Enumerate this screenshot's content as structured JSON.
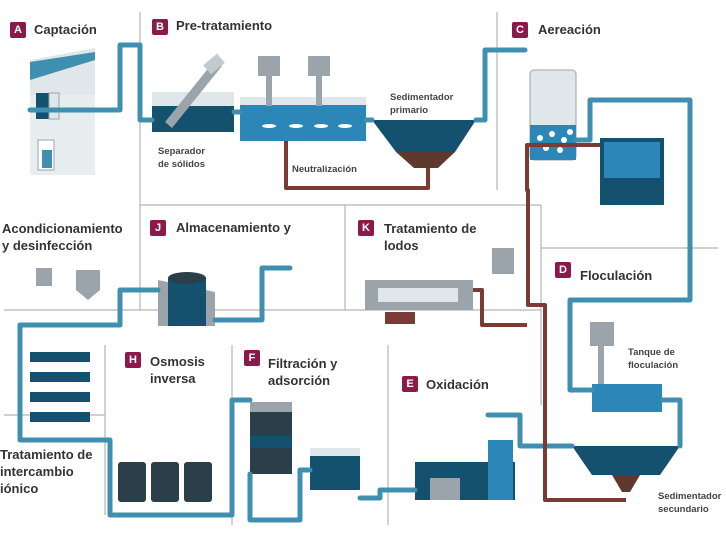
{
  "colors": {
    "water_pipe": "#3f8fb0",
    "sludge_pipe": "#7a3b34",
    "tank_dark": "#14516f",
    "tank_blue": "#2d86b8",
    "grey_metal": "#9aa4aa",
    "divider": "#b5b5b5",
    "badge": "#8b1a4a",
    "text": "#333333"
  },
  "sections": [
    {
      "id": "A",
      "title": "Captación"
    },
    {
      "id": "B",
      "title": "Pre-tratamiento"
    },
    {
      "id": "C",
      "title": "Aereación"
    },
    {
      "id": "D",
      "title": "Floculación"
    },
    {
      "id": "E",
      "title": "Oxidación"
    },
    {
      "id": "F",
      "title": "Filtración y adsorción"
    },
    {
      "id": "H",
      "title": "Osmosis inversa"
    },
    {
      "id": "I",
      "title": "Tratamiento de intercambio iónico"
    },
    {
      "id": "J",
      "title": "Almacenamiento y"
    },
    {
      "id": "K",
      "title": "Tratamiento de lodos"
    },
    {
      "id": "L",
      "title": "Acondicionamiento y desinfección"
    }
  ],
  "labels": {
    "separador": "Separador de sólidos",
    "neutralizacion": "Neutralización",
    "sedimentador_primario": "Sedimentador primario",
    "tanque_floculacion": "Tanque de floculación",
    "sedimentador_secundario": "Sedimentador secundario"
  }
}
